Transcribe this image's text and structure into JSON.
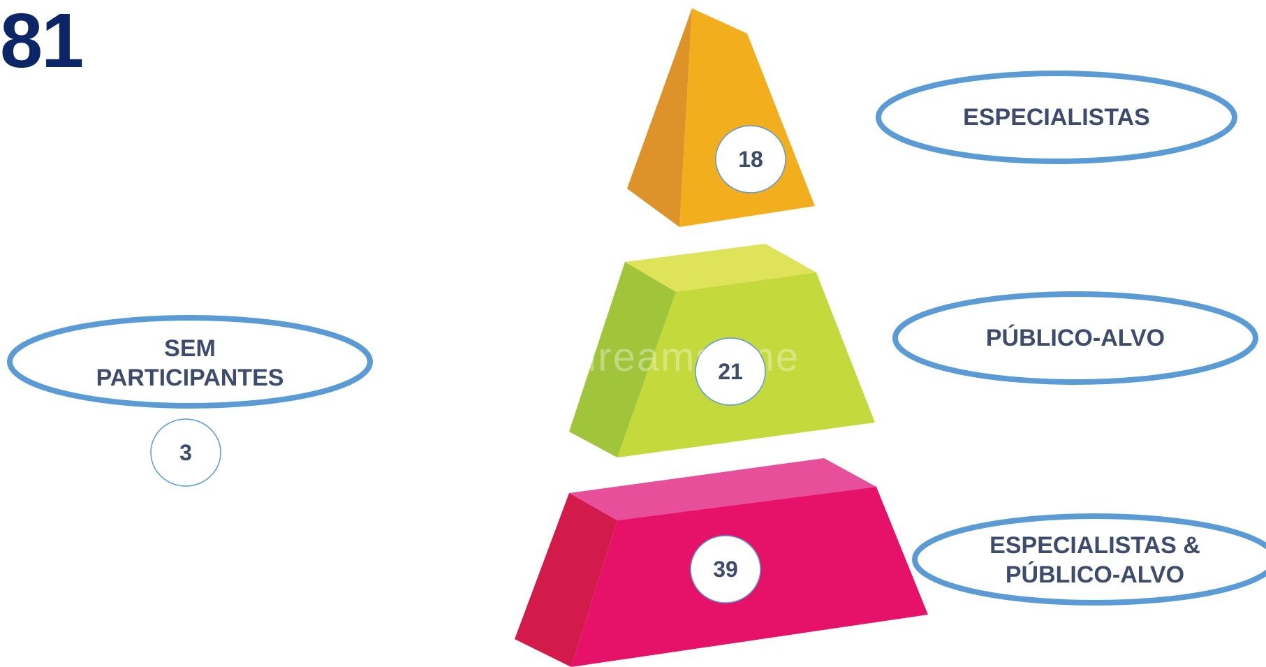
{
  "total": "81",
  "pyramid": {
    "top": {
      "value": "18",
      "label": "ESPECIALISTAS",
      "color": "#f2ae1c"
    },
    "middle": {
      "value": "21",
      "label": "PÚBLICO-ALVO",
      "color": "#c4d93c"
    },
    "bottom": {
      "value": "39",
      "label_line1": "ESPECIALISTAS &",
      "label_line2": "PÚBLICO-ALVO",
      "color": "#e6126a"
    }
  },
  "outside": {
    "label_line1": "SEM",
    "label_line2": "PARTICIPANTES",
    "value": "3"
  },
  "watermark": "dreamstime",
  "colors": {
    "ellipse_stroke": "#5b9bd5",
    "circle_stroke": "#5b9bd5",
    "text": "#3d4b6c",
    "total_text": "#0b2566"
  }
}
